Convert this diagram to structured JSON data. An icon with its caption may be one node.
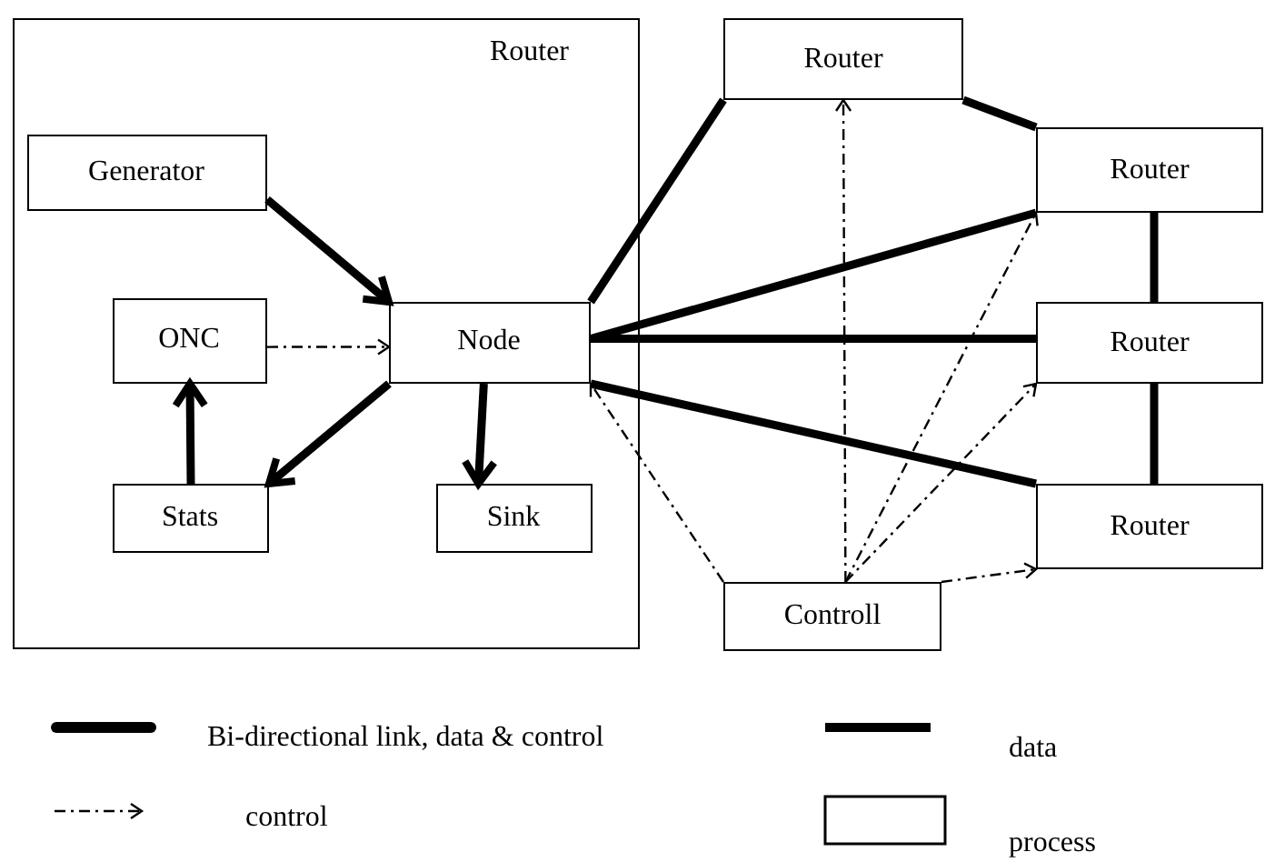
{
  "diagram": {
    "nodes": [
      {
        "text": [
          "Router"
        ]
      },
      {
        "text": [
          "Generator"
        ],
        "in": 0
      },
      {
        "text": [
          "ONC"
        ],
        "in": 0
      },
      {
        "text": [
          "Node"
        ],
        "in": 0
      },
      {
        "text": [
          "Stats"
        ],
        "in": 0
      },
      {
        "text": [
          "Sink"
        ],
        "in": 0
      },
      {
        "text": [
          "Router"
        ]
      },
      {
        "text": [
          "Router"
        ]
      },
      {
        "text": [
          "Router"
        ]
      },
      {
        "text": [
          "Router"
        ]
      },
      {
        "text": [
          "Controll"
        ]
      }
    ],
    "edges": [
      {
        "from": 1,
        "to": 3,
        "arrow": "to"
      },
      {
        "from": 3,
        "to": 4,
        "arrow": "to"
      },
      {
        "from": 4,
        "to": 2,
        "arrow": "to"
      },
      {
        "from": 3,
        "to": 5,
        "arrow": "to"
      },
      {
        "from": 2,
        "to": 3,
        "arrow": "to",
        "style": "dashed"
      },
      {
        "from": 3,
        "to": 6,
        "arrow": "none"
      },
      {
        "from": 3,
        "to": 7,
        "arrow": "none"
      },
      {
        "from": 3,
        "to": 8,
        "arrow": "none"
      },
      {
        "from": 3,
        "to": 9,
        "arrow": "none"
      },
      {
        "from": 6,
        "to": 7,
        "arrow": "none"
      },
      {
        "from": 7,
        "to": 8,
        "arrow": "none"
      },
      {
        "from": 8,
        "to": 9,
        "arrow": "none"
      },
      {
        "from": 10,
        "to": 3,
        "arrow": "to",
        "style": "dashed"
      },
      {
        "from": 10,
        "to": 6,
        "arrow": "to",
        "style": "dashed"
      },
      {
        "from": 10,
        "to": 7,
        "arrow": "to",
        "style": "dashed"
      },
      {
        "from": 10,
        "to": 8,
        "arrow": "to",
        "style": "dashed"
      },
      {
        "from": 10,
        "to": 9,
        "arrow": "to",
        "style": "dashed"
      }
    ],
    "legend": [
      {
        "text": "Bi-directional link, data & control"
      },
      {
        "text": "data"
      },
      {
        "text": "control"
      },
      {
        "text": "process"
      }
    ]
  }
}
